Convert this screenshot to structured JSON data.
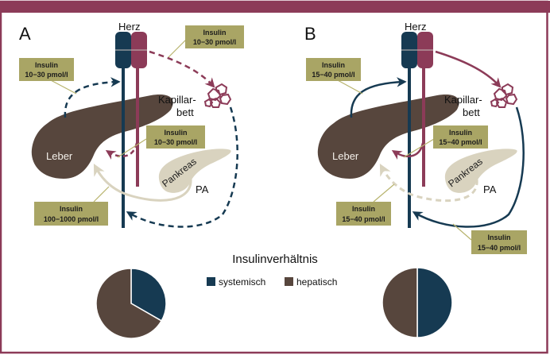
{
  "colors": {
    "frame": "#8c3b58",
    "systemic": "#163a52",
    "hepatic": "#57463d",
    "arterial": "#8c3b58",
    "pancreas": "#d9d3bf",
    "label_box": "#a9a565"
  },
  "panels": [
    {
      "letter": "A",
      "heart_label": "Herz",
      "capillary_label_line1": "Kapillar-",
      "capillary_label_line2": "bett",
      "liver_label": "Leber",
      "pancreas_label": "Pankreas",
      "pa_label": "PA",
      "labels": [
        {
          "title": "Insulin",
          "value": "10−30 pmol/l"
        },
        {
          "title": "Insulin",
          "value": "10−30 pmol/l"
        },
        {
          "title": "Insulin",
          "value": "10−30 pmol/l"
        },
        {
          "title": "Insulin",
          "value": "100−1000 pmol/l"
        }
      ]
    },
    {
      "letter": "B",
      "heart_label": "Herz",
      "capillary_label_line1": "Kapillar-",
      "capillary_label_line2": "bett",
      "liver_label": "Leber",
      "pancreas_label": "Pankreas",
      "pa_label": "PA",
      "labels": [
        {
          "title": "Insulin",
          "value": "15−40 pmol/l"
        },
        {
          "title": "Insulin",
          "value": "15−40 pmol/l"
        },
        {
          "title": "Insulin",
          "value": "15−40 pmol/l"
        },
        {
          "title": "Insulin",
          "value": "15−40 pmol/l"
        }
      ]
    }
  ],
  "chart_data": {
    "type": "pie",
    "title": "Insulinverhältnis",
    "legend": [
      {
        "name": "systemisch",
        "color": "#163a52"
      },
      {
        "name": "hepatisch",
        "color": "#57463d"
      }
    ],
    "legend_position": "top-center",
    "pies": [
      {
        "panel": "A",
        "slices": [
          {
            "name": "systemisch",
            "value": 33.3
          },
          {
            "name": "hepatisch",
            "value": 66.7
          }
        ]
      },
      {
        "panel": "B",
        "slices": [
          {
            "name": "systemisch",
            "value": 50
          },
          {
            "name": "hepatisch",
            "value": 50
          }
        ]
      }
    ]
  }
}
